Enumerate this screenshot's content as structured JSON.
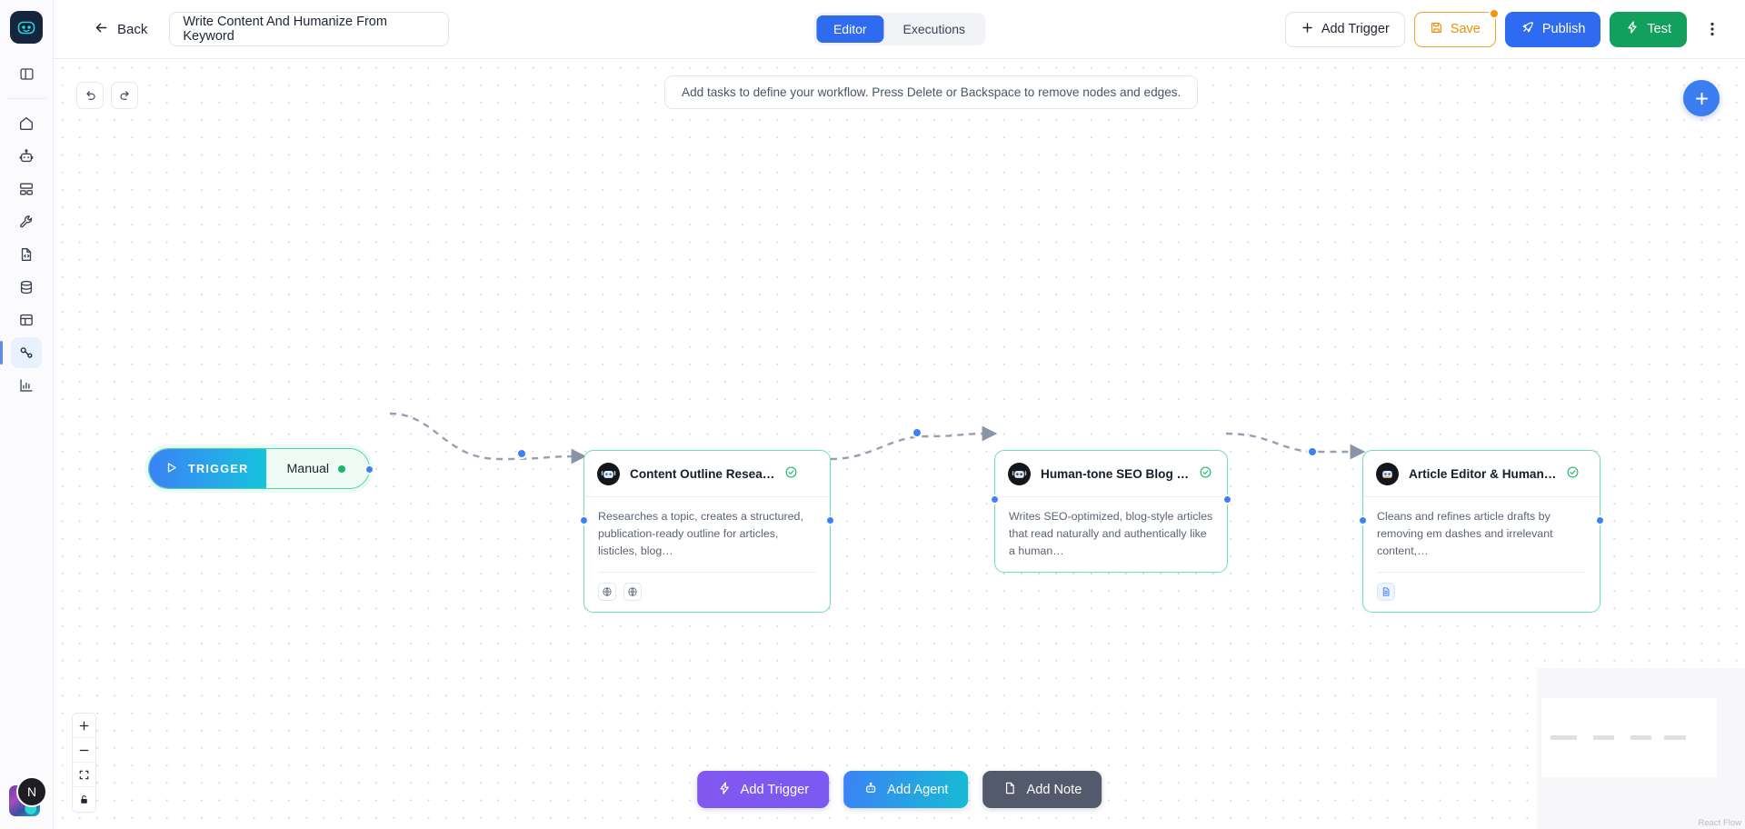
{
  "app": {
    "logo_icon": "robot-logo-icon"
  },
  "sidebar": {
    "toggle_icon": "panel-toggle-icon",
    "items": [
      {
        "icon": "home-icon",
        "name": "home",
        "active": false
      },
      {
        "icon": "robot-icon",
        "name": "agents",
        "active": false
      },
      {
        "icon": "dashboard-icon",
        "name": "dashboard",
        "active": false
      },
      {
        "icon": "wrench-icon",
        "name": "tools",
        "active": false
      },
      {
        "icon": "code-file-icon",
        "name": "code",
        "active": false
      },
      {
        "icon": "database-icon",
        "name": "database",
        "active": false
      },
      {
        "icon": "table-icon",
        "name": "tables",
        "active": false
      },
      {
        "icon": "workflow-icon",
        "name": "workflows",
        "active": true
      },
      {
        "icon": "chart-icon",
        "name": "analytics",
        "active": false
      }
    ],
    "avatar_initial": "N"
  },
  "topbar": {
    "back_label": "Back",
    "back_icon": "arrow-left-icon",
    "workflow_name": "Write Content And Humanize From Keyword",
    "tabs": [
      {
        "label": "Editor",
        "active": true
      },
      {
        "label": "Executions",
        "active": false
      }
    ],
    "add_trigger_label": "Add Trigger",
    "add_trigger_icon": "plus-icon",
    "save_label": "Save",
    "save_icon": "floppy-disk-icon",
    "save_has_unsaved_badge": true,
    "publish_label": "Publish",
    "publish_icon": "rocket-icon",
    "test_label": "Test",
    "test_icon": "lightning-icon",
    "kebab_icon": "more-vertical-icon",
    "colors": {
      "publish": "#2f6bf0",
      "test": "#12a05f",
      "save_outline": "#f0a32a",
      "save_badge": "#f59408"
    }
  },
  "canvas": {
    "undo_icon": "undo-icon",
    "redo_icon": "redo-icon",
    "hint": "Add tasks to define your workflow. Press Delete or Backspace to remove nodes and edges.",
    "fab_icon": "plus-icon",
    "trigger_node": {
      "badge_label": "TRIGGER",
      "badge_icon": "play-icon",
      "mode_label": "Manual",
      "status_color": "#1db46f"
    },
    "nodes": [
      {
        "title": "Content Outline Resea…",
        "description": "Researches a topic, creates a structured, publication-ready outline for articles, listicles, blog…",
        "status_icon": "check-circle-icon",
        "avatar_icon": "agent-avatar-icon",
        "tools": [
          "globe-icon",
          "globe-icon"
        ]
      },
      {
        "title": "Human-tone SEO Blog …",
        "description": "Writes SEO-optimized, blog-style articles that read naturally and authentically like a human…",
        "status_icon": "check-circle-icon",
        "avatar_icon": "agent-avatar-icon",
        "tools": []
      },
      {
        "title": "Article Editor & Human…",
        "description": "Cleans and refines article drafts by removing em dashes and irrelevant content,…",
        "status_icon": "check-circle-icon",
        "avatar_icon": "agent-avatar-icon",
        "tools": [
          "document-icon"
        ]
      }
    ],
    "bottom_actions": [
      {
        "label": "Add Trigger",
        "icon": "lightning-icon",
        "color": "#7b5af2"
      },
      {
        "label": "Add Agent",
        "icon": "robot-icon",
        "color": "#2f9fe0"
      },
      {
        "label": "Add Note",
        "icon": "document-icon",
        "color": "#525a6b"
      }
    ],
    "zoom_controls": [
      {
        "icon": "plus-icon",
        "name": "zoom-in"
      },
      {
        "icon": "minus-icon",
        "name": "zoom-out"
      },
      {
        "icon": "fit-view-icon",
        "name": "fit-view"
      },
      {
        "icon": "lock-icon",
        "name": "lock-canvas"
      }
    ],
    "minimap_credit": "React Flow"
  }
}
